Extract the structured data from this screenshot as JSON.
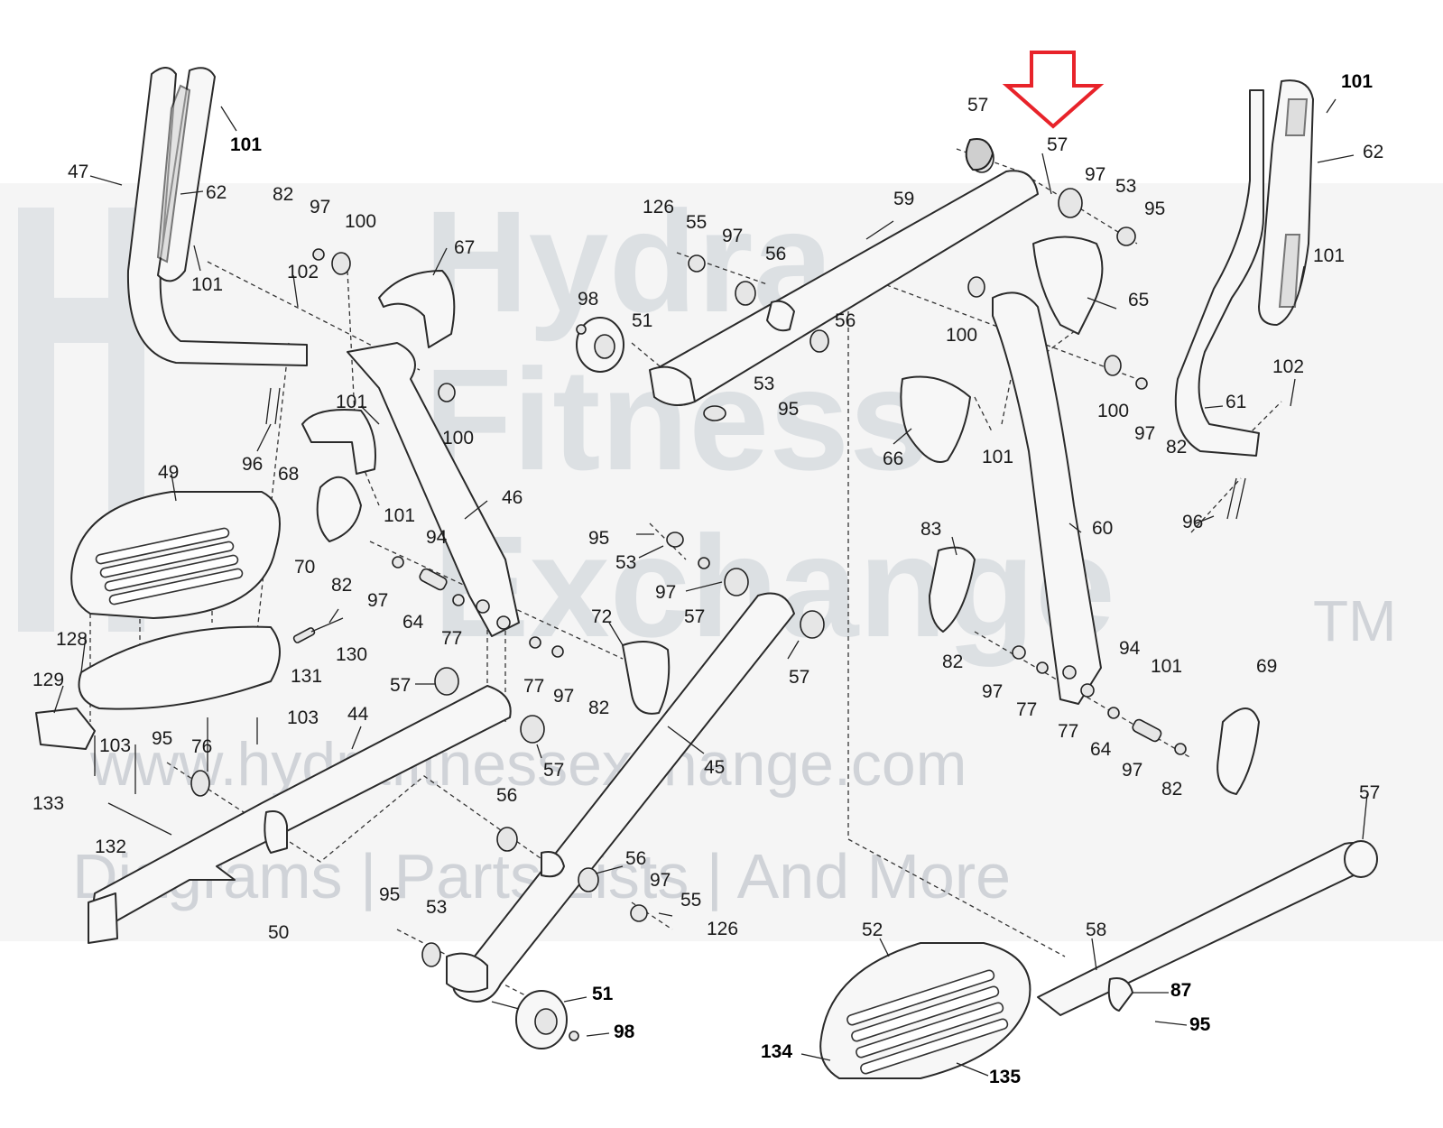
{
  "watermark": {
    "line1": "Hydra",
    "line2": "Fitness",
    "line3": "Exchange",
    "tm": "TM",
    "url": "www.hydrafitnessexchange.com",
    "tagline": "Diagrams | Parts Lists | And More"
  },
  "callout": {
    "color": "#e8232a",
    "icon": "down-arrow-icon",
    "target_part": "57"
  },
  "part_labels": [
    {
      "id": "47",
      "text": "47"
    },
    {
      "id": "62a",
      "text": "62"
    },
    {
      "id": "101a",
      "text": "101"
    },
    {
      "id": "101b",
      "text": "101"
    },
    {
      "id": "82a",
      "text": "82"
    },
    {
      "id": "97a",
      "text": "97"
    },
    {
      "id": "100a",
      "text": "100"
    },
    {
      "id": "102a",
      "text": "102"
    },
    {
      "id": "67",
      "text": "67"
    },
    {
      "id": "101c",
      "text": "101"
    },
    {
      "id": "100b",
      "text": "100"
    },
    {
      "id": "96a",
      "text": "96"
    },
    {
      "id": "68",
      "text": "68"
    },
    {
      "id": "49",
      "text": "49"
    },
    {
      "id": "70",
      "text": "70"
    },
    {
      "id": "46",
      "text": "46"
    },
    {
      "id": "101d",
      "text": "101"
    },
    {
      "id": "94a",
      "text": "94"
    },
    {
      "id": "82b",
      "text": "82"
    },
    {
      "id": "97b",
      "text": "97"
    },
    {
      "id": "64a",
      "text": "64"
    },
    {
      "id": "77a",
      "text": "77"
    },
    {
      "id": "128",
      "text": "128"
    },
    {
      "id": "131",
      "text": "131"
    },
    {
      "id": "130",
      "text": "130"
    },
    {
      "id": "129",
      "text": "129"
    },
    {
      "id": "103a",
      "text": "103"
    },
    {
      "id": "103b",
      "text": "103"
    },
    {
      "id": "133",
      "text": "133"
    },
    {
      "id": "95a",
      "text": "95"
    },
    {
      "id": "76",
      "text": "76"
    },
    {
      "id": "44",
      "text": "44"
    },
    {
      "id": "57a",
      "text": "57"
    },
    {
      "id": "57b",
      "text": "57"
    },
    {
      "id": "77b",
      "text": "77"
    },
    {
      "id": "97c",
      "text": "97"
    },
    {
      "id": "82c",
      "text": "82"
    },
    {
      "id": "132",
      "text": "132"
    },
    {
      "id": "50",
      "text": "50"
    },
    {
      "id": "56a",
      "text": "56"
    },
    {
      "id": "95b",
      "text": "95"
    },
    {
      "id": "53a",
      "text": "53"
    },
    {
      "id": "51a",
      "text": "51"
    },
    {
      "id": "98a",
      "text": "98"
    },
    {
      "id": "56b",
      "text": "56"
    },
    {
      "id": "97d",
      "text": "97"
    },
    {
      "id": "55a",
      "text": "55"
    },
    {
      "id": "126a",
      "text": "126"
    },
    {
      "id": "45",
      "text": "45"
    },
    {
      "id": "72",
      "text": "72"
    },
    {
      "id": "95c",
      "text": "95"
    },
    {
      "id": "53b",
      "text": "53"
    },
    {
      "id": "97e",
      "text": "97"
    },
    {
      "id": "57c",
      "text": "57"
    },
    {
      "id": "57d",
      "text": "57"
    },
    {
      "id": "126b",
      "text": "126"
    },
    {
      "id": "55b",
      "text": "55"
    },
    {
      "id": "97f",
      "text": "97"
    },
    {
      "id": "56c",
      "text": "56"
    },
    {
      "id": "98b",
      "text": "98"
    },
    {
      "id": "51b",
      "text": "51"
    },
    {
      "id": "56d",
      "text": "56"
    },
    {
      "id": "53c",
      "text": "53"
    },
    {
      "id": "95d",
      "text": "95"
    },
    {
      "id": "59",
      "text": "59"
    },
    {
      "id": "57e",
      "text": "57"
    },
    {
      "id": "57f",
      "text": "57"
    },
    {
      "id": "97g",
      "text": "97"
    },
    {
      "id": "53d",
      "text": "53"
    },
    {
      "id": "95e",
      "text": "95"
    },
    {
      "id": "65",
      "text": "65"
    },
    {
      "id": "100c",
      "text": "100"
    },
    {
      "id": "100d",
      "text": "100"
    },
    {
      "id": "97h",
      "text": "97"
    },
    {
      "id": "82d",
      "text": "82"
    },
    {
      "id": "66",
      "text": "66"
    },
    {
      "id": "101e",
      "text": "101"
    },
    {
      "id": "60",
      "text": "60"
    },
    {
      "id": "83",
      "text": "83"
    },
    {
      "id": "82e",
      "text": "82"
    },
    {
      "id": "97i",
      "text": "97"
    },
    {
      "id": "77c",
      "text": "77"
    },
    {
      "id": "94b",
      "text": "94"
    },
    {
      "id": "101f",
      "text": "101"
    },
    {
      "id": "77d",
      "text": "77"
    },
    {
      "id": "64b",
      "text": "64"
    },
    {
      "id": "97j",
      "text": "97"
    },
    {
      "id": "82f",
      "text": "82"
    },
    {
      "id": "69",
      "text": "69"
    },
    {
      "id": "101g",
      "text": "101"
    },
    {
      "id": "62b",
      "text": "62"
    },
    {
      "id": "101h",
      "text": "101"
    },
    {
      "id": "61",
      "text": "61"
    },
    {
      "id": "102b",
      "text": "102"
    },
    {
      "id": "96b",
      "text": "96"
    },
    {
      "id": "57g",
      "text": "57"
    },
    {
      "id": "52",
      "text": "52"
    },
    {
      "id": "58",
      "text": "58"
    },
    {
      "id": "87",
      "text": "87"
    },
    {
      "id": "95f",
      "text": "95"
    },
    {
      "id": "134",
      "text": "134"
    },
    {
      "id": "135",
      "text": "135"
    }
  ]
}
